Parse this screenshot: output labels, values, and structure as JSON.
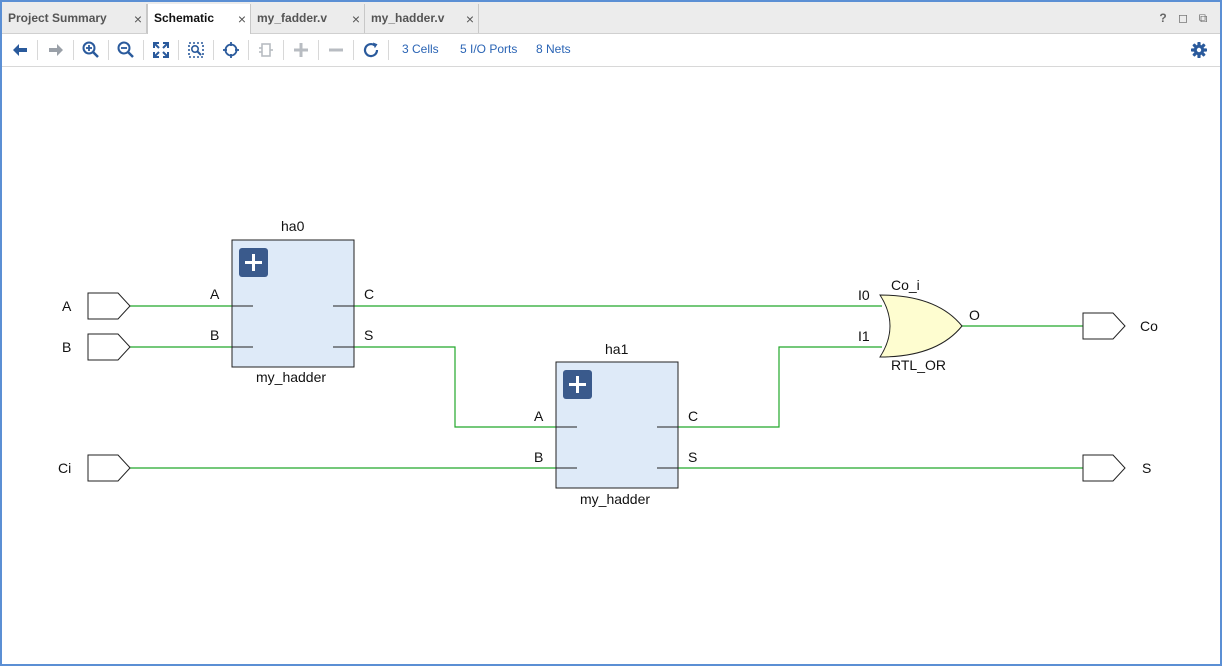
{
  "tabs": [
    {
      "label": "Project Summary",
      "active": false
    },
    {
      "label": "Schematic",
      "active": true
    },
    {
      "label": "my_fadder.v",
      "active": false
    },
    {
      "label": "my_hadder.v",
      "active": false
    }
  ],
  "tab_close_glyph": "×",
  "window_controls": {
    "help": "?",
    "maximize": "◻",
    "restore": "⧉"
  },
  "toolbar": {
    "icons": [
      "back-icon",
      "forward-icon",
      "zoom-in-icon",
      "zoom-out-icon",
      "zoom-fit-icon",
      "zoom-area-icon",
      "select-icon",
      "cell-icon",
      "add-icon",
      "remove-icon",
      "refresh-icon"
    ],
    "cells": "3 Cells",
    "io_ports": "5 I/O Ports",
    "nets": "8 Nets",
    "settings_icon": "gear-icon"
  },
  "schematic": {
    "ports": {
      "A": "A",
      "B": "B",
      "Ci": "Ci",
      "Co": "Co",
      "S": "S"
    },
    "ha0": {
      "name": "ha0",
      "type": "my_hadder",
      "pin_a": "A",
      "pin_b": "B",
      "pin_c": "C",
      "pin_s": "S"
    },
    "ha1": {
      "name": "ha1",
      "type": "my_hadder",
      "pin_a": "A",
      "pin_b": "B",
      "pin_c": "C",
      "pin_s": "S"
    },
    "or_gate": {
      "name": "Co_i",
      "type": "RTL_OR",
      "pin_i0": "I0",
      "pin_i1": "I1",
      "pin_o": "O"
    },
    "colors": {
      "wire": "#22a82a",
      "cell_fill": "#deeaf8",
      "gate_fill": "#fefdd0",
      "expand_btn": "#3a5a8c"
    }
  }
}
